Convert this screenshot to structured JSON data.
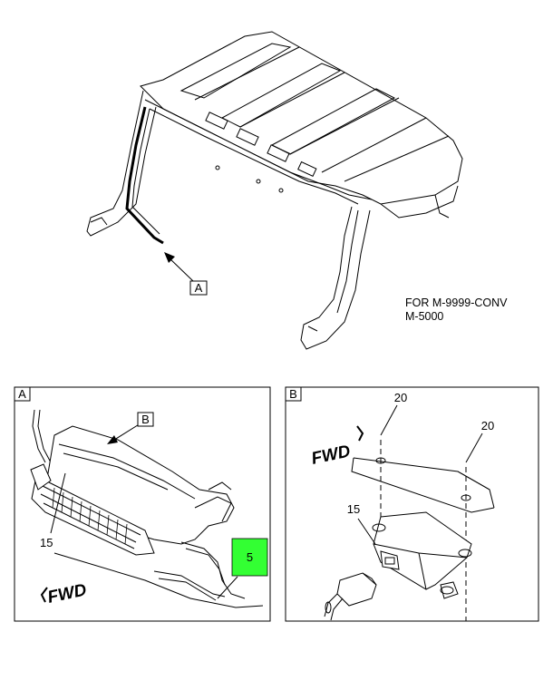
{
  "overview": {
    "callout_a": "A",
    "note_line1": "FOR M-9999-CONV",
    "note_line2": "M-5000"
  },
  "panel_a": {
    "tag": "A",
    "callout_b": "B",
    "part_15": "15",
    "part_5": "5",
    "fwd": "FWD"
  },
  "panel_b": {
    "tag": "B",
    "part_20_left": "20",
    "part_20_right": "20",
    "part_15": "15",
    "fwd": "FWD"
  },
  "colors": {
    "highlight": "#33ff33",
    "line": "#000000",
    "background": "#ffffff"
  }
}
